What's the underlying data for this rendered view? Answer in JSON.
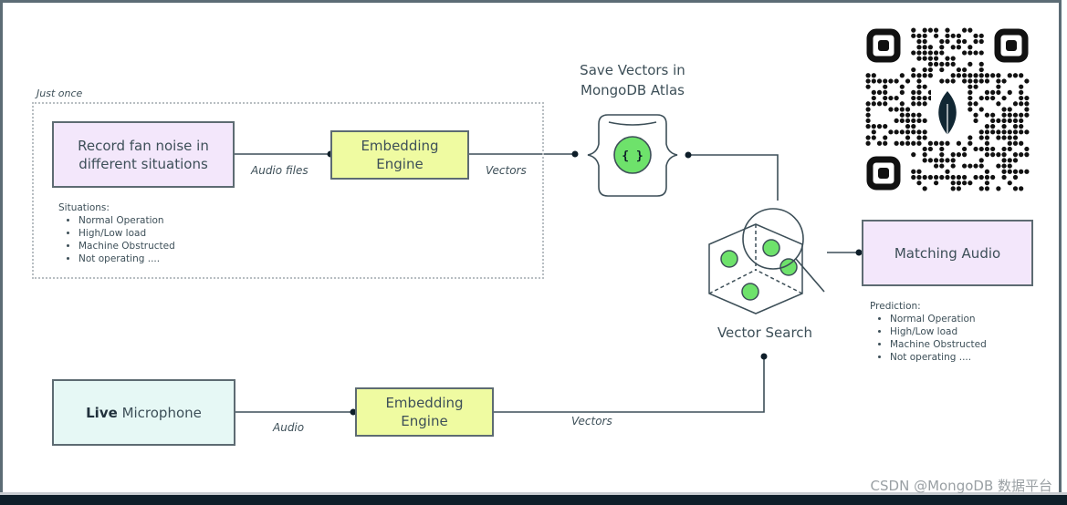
{
  "diagram": {
    "group": {
      "label": "Just once"
    },
    "nodes": {
      "record": {
        "label": "Record fan noise in different situations"
      },
      "embedding_top": {
        "line1": "Embedding",
        "line2": "Engine"
      },
      "atlas": {
        "line1": "Save Vectors in",
        "line2": "MongoDB Atlas",
        "icon_glyph": "{ }"
      },
      "vector_search": {
        "label": "Vector Search"
      },
      "matching": {
        "label": "Matching Audio"
      },
      "live_mic": {
        "bold": "Live",
        "rest": "Microphone"
      },
      "embedding_bottom": {
        "line1": "Embedding",
        "line2": "Engine"
      }
    },
    "edges": {
      "audio_files": "Audio files",
      "vectors_top": "Vectors",
      "audio": "Audio",
      "vectors_bottom": "Vectors"
    },
    "situations": {
      "title": "Situations:",
      "items": [
        "Normal Operation",
        "High/Low load",
        "Machine Obstructed",
        "Not operating ...."
      ]
    },
    "prediction": {
      "title": "Prediction:",
      "items": [
        "Normal Operation",
        "High/Low load",
        "Machine Obstructed",
        "Not operating ...."
      ]
    },
    "qr": {
      "icon": "mongodb-leaf-qr-code"
    },
    "colors": {
      "pink": "#f3e7fb",
      "yellow": "#effba1",
      "mint": "#e6f8f5",
      "green_dot": "#6ee26b",
      "line": "#3d4f58"
    }
  },
  "watermark": "CSDN @MongoDB 数据平台"
}
